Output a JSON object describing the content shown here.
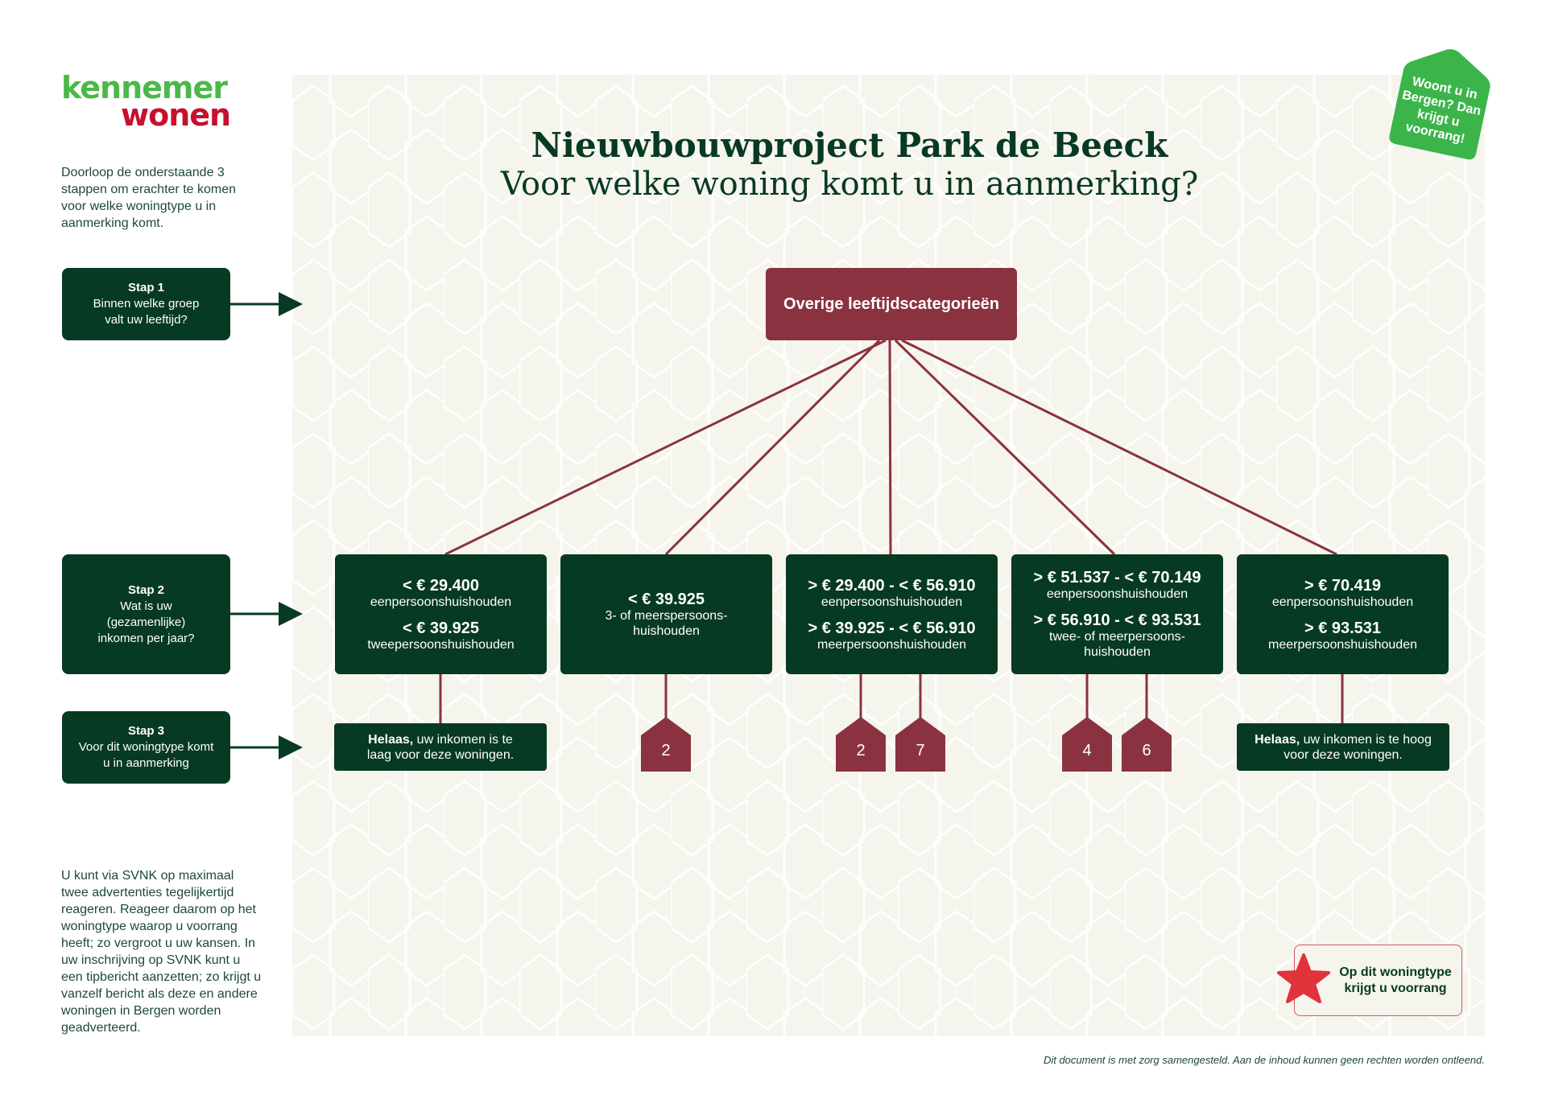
{
  "logo": {
    "line1": "kennemer",
    "line2": "wonen"
  },
  "intro_text": "Doorloop de onderstaande 3 stappen om erachter te komen voor welke woningtype u in aanmerking komt.",
  "steps": [
    {
      "title": "Stap 1",
      "text": "Binnen welke groep valt uw leeftijd?"
    },
    {
      "title": "Stap 2",
      "text": "Wat is uw (gezamenlijke) inkomen per jaar?"
    },
    {
      "title": "Stap 3",
      "text": "Voor dit woningtype komt u in aanmerking"
    }
  ],
  "title": {
    "line1": "Nieuwbouwproject Park de Beeck",
    "line2": "Voor welke woning komt u in aanmerking?"
  },
  "root_node": "Overige leeftijdscategorieën",
  "income_nodes": [
    {
      "v1": "< € 29.400",
      "s1": "eenpersoonshuishouden",
      "v2": "< € 39.925",
      "s2": "tweepersoonshuishouden"
    },
    {
      "v1": "< € 39.925",
      "s1": "3- of meerspersoons-huishouden"
    },
    {
      "v1": "> € 29.400 - < € 56.910",
      "s1": "eenpersoonshuishouden",
      "v2": "> € 39.925 - < € 56.910",
      "s2": "meerpersoonshuishouden"
    },
    {
      "v1": "> € 51.537 - < € 70.149",
      "s1": "eenpersoonshuishouden",
      "v2": "> € 56.910 - < € 93.531",
      "s2": "twee- of meerpersoons-huishouden"
    },
    {
      "v1": "> € 70.419",
      "s1": "eenpersoonshuishouden",
      "v2": "> € 93.531",
      "s2": "meerpersoonshuishouden"
    }
  ],
  "results": {
    "low": {
      "bold": "Helaas,",
      "rest": " uw inkomen is te laag voor deze woningen."
    },
    "high": {
      "bold": "Helaas,",
      "rest": " uw inkomen is te hoog voor deze woningen."
    },
    "houses": [
      "2",
      "2",
      "7",
      "4",
      "6"
    ]
  },
  "badge": "Woont u in Bergen? Dan krijgt u voorrang!",
  "legend": "Op dit woningtype krijgt u voorrang",
  "footnote_left": "U kunt via SVNK op maximaal twee advertenties tegelijkertijd reageren. Reageer daarom op het woningtype waarop u voorrang heeft; zo vergroot u uw kansen. In uw inschrijving op SVNK kunt u een tipbericht aanzetten; zo krijgt u vanzelf bericht als deze en andere woningen in Bergen worden geadverteerd.",
  "disclaimer": "Dit document is met zorg samengesteld. Aan de inhoud kunnen geen rechten worden ontleend.",
  "colors": {
    "dark_green": "#073a22",
    "burgundy": "#8b3240",
    "bright_green": "#3bb54a",
    "red": "#c8102e"
  }
}
